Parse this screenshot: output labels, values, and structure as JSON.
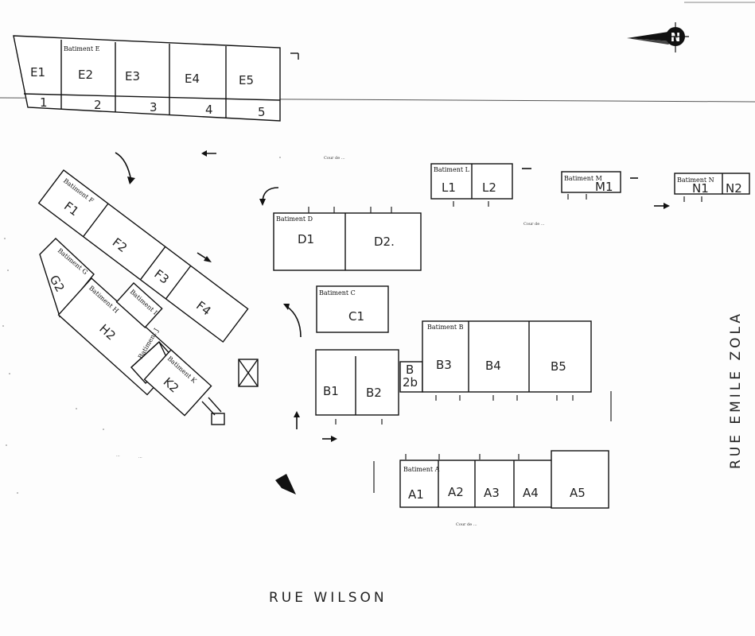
{
  "compass": {
    "letter": "N"
  },
  "streets": {
    "south": "RUE WILSON",
    "east": "RUE EMILE ZOLA"
  },
  "buildings": {
    "E": {
      "label": "Batiment E",
      "units": [
        "E1",
        "E2",
        "E3",
        "E4",
        "E5"
      ],
      "numbers": [
        "1",
        "2",
        "3",
        "4",
        "5"
      ]
    },
    "L": {
      "label": "Batiment L",
      "units": [
        "L1",
        "L2"
      ]
    },
    "M": {
      "label": "Batiment M",
      "units": [
        "M1"
      ]
    },
    "N": {
      "label": "Batiment N",
      "units": [
        "N1",
        "N2"
      ]
    },
    "D": {
      "label": "Batiment D",
      "units": [
        "D1",
        "D2."
      ]
    },
    "C": {
      "label": "Batiment C",
      "units": [
        "C1"
      ]
    },
    "B": {
      "label": "Batiment B",
      "units": [
        "B1",
        "B2",
        "B",
        "2b",
        "B3",
        "B4",
        "B5"
      ]
    },
    "A": {
      "label": "Batiment A",
      "units": [
        "A1",
        "A2",
        "A3",
        "A4",
        "A5"
      ]
    },
    "F": {
      "label": "Batiment F",
      "units": [
        "F1",
        "F2",
        "F3",
        "F4"
      ]
    },
    "G": {
      "label": "Batiment G",
      "units": [
        "G2"
      ]
    },
    "H": {
      "label": "Batiment H",
      "units": [
        "H2"
      ]
    },
    "I": {
      "label": "Batiment I"
    },
    "J": {
      "label": "Batiment J"
    },
    "K": {
      "label": "Batiment K",
      "units": [
        "K2"
      ]
    }
  },
  "small_labels": {
    "cour1": "Cour de ...",
    "cour2": "Cour de ...",
    "cour3": "Cour de ...",
    "bottom_left": "...",
    "bottom_left2": "..."
  }
}
